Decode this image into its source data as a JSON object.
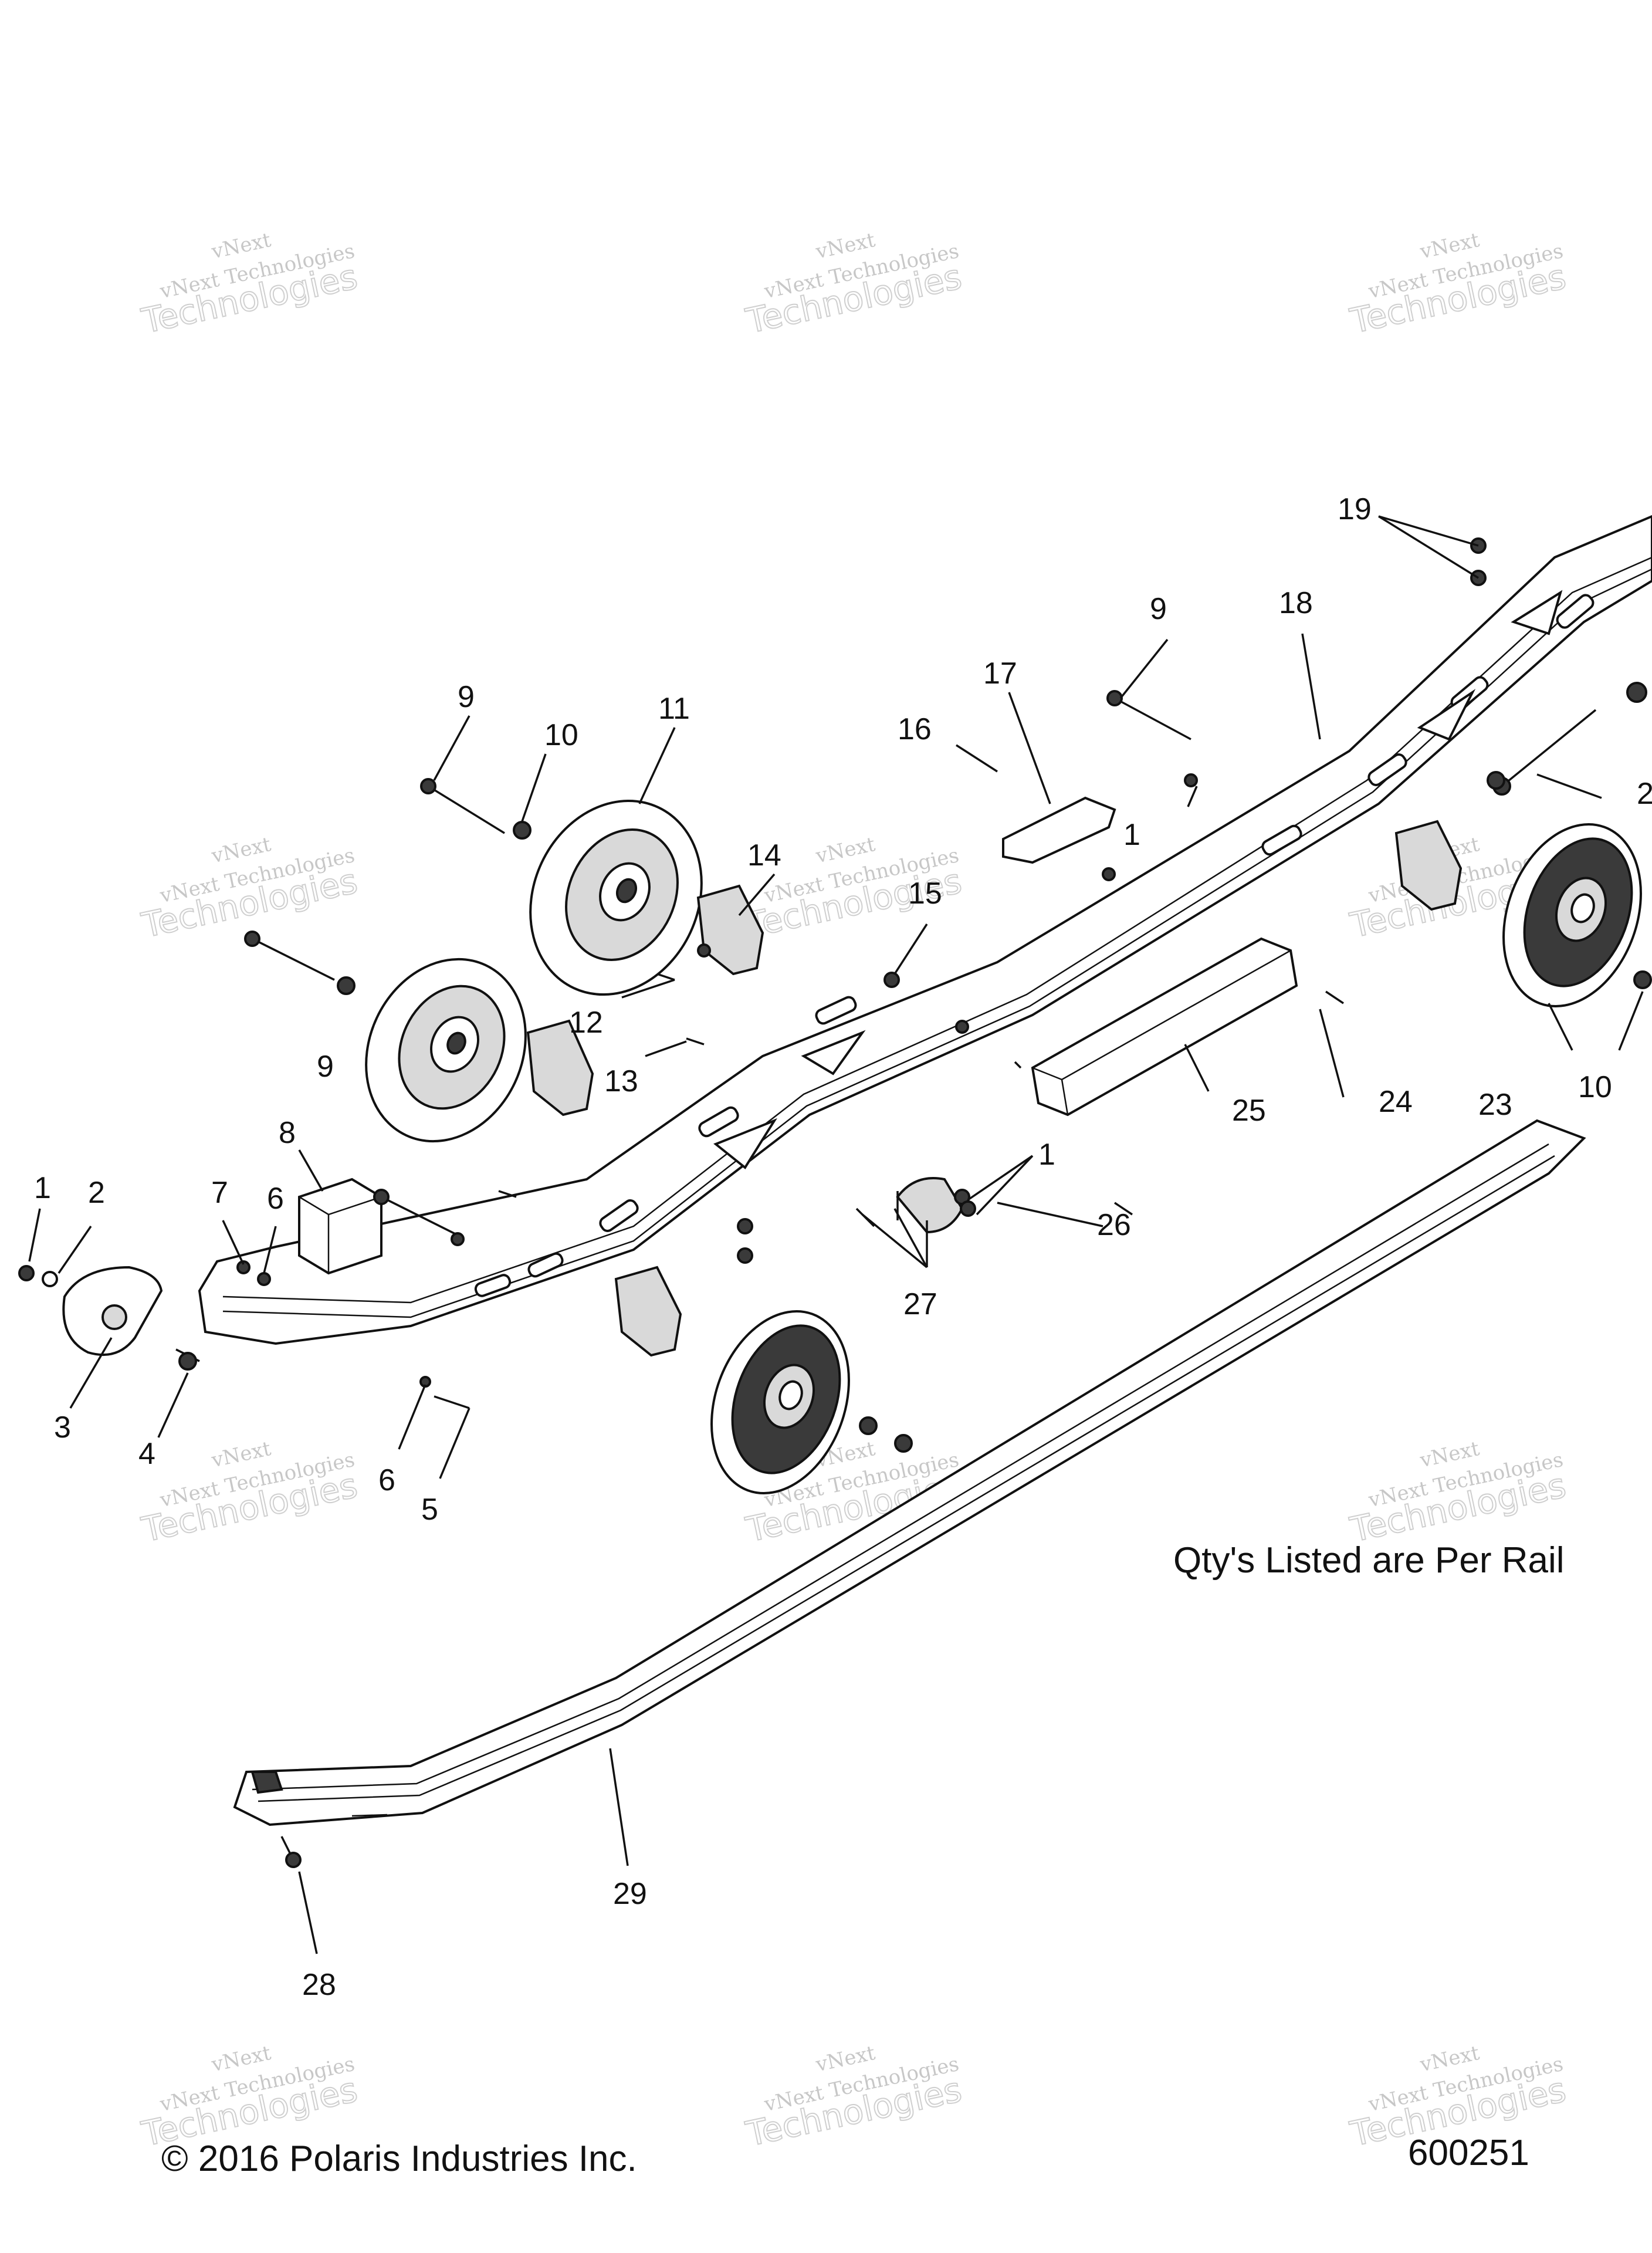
{
  "watermark": {
    "line1": "vNext Technologies",
    "line2": "vNext",
    "line3": "Technologies"
  },
  "note": "Qty's Listed are Per Rail",
  "copyright": "© 2016 Polaris Industries Inc.",
  "drawing_number": "600251",
  "callouts": {
    "c1a": "1",
    "c1b": "1",
    "c1c": "1",
    "c2": "2",
    "c3": "3",
    "c4": "4",
    "c5": "5",
    "c6a": "6",
    "c6b": "6",
    "c7": "7",
    "c8": "8",
    "c9a": "9",
    "c9b": "9",
    "c9c": "9",
    "c10a": "10",
    "c10b": "10",
    "c11": "11",
    "c12": "12",
    "c13": "13",
    "c14": "14",
    "c15": "15",
    "c16": "16",
    "c17": "17",
    "c18": "18",
    "c19": "19",
    "c20": "2",
    "c23": "23",
    "c24": "24",
    "c25": "25",
    "c26": "26",
    "c27": "27",
    "c28": "28",
    "c29": "29"
  }
}
